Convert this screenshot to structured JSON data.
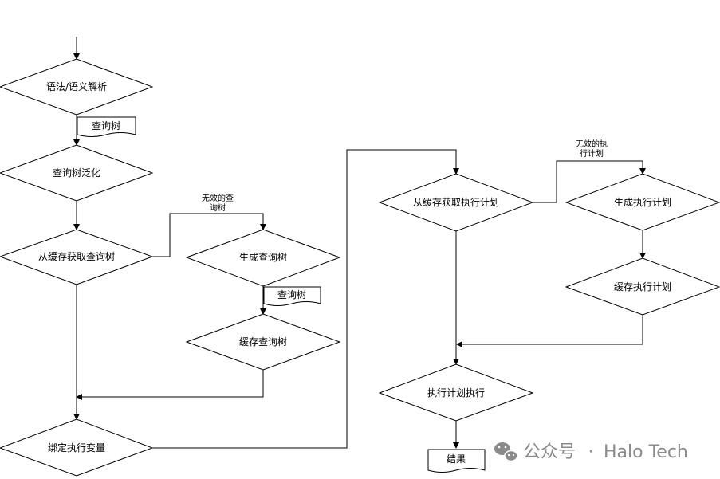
{
  "nodes": {
    "parse": "语法/语义解析",
    "tree1": "查询树",
    "generalize": "查询树泛化",
    "cache_tree_get": "从缓存获取查询树",
    "invalid_tree_1": "无效的查",
    "invalid_tree_2": "询树",
    "gen_tree": "生成查询树",
    "tree2": "查询树",
    "cache_tree": "缓存查询树",
    "bind": "绑定执行变量",
    "cache_plan_get": "从缓存获取执行计划",
    "invalid_plan_1": "无效的执",
    "invalid_plan_2": "行计划",
    "gen_plan": "生成执行计划",
    "cache_plan": "缓存执行计划",
    "exec_plan": "执行计划执行",
    "result": "结果"
  },
  "watermark": {
    "icon": "wechat-icon",
    "separator": "·",
    "text_left": "公众号",
    "text_right": "Halo Tech"
  }
}
